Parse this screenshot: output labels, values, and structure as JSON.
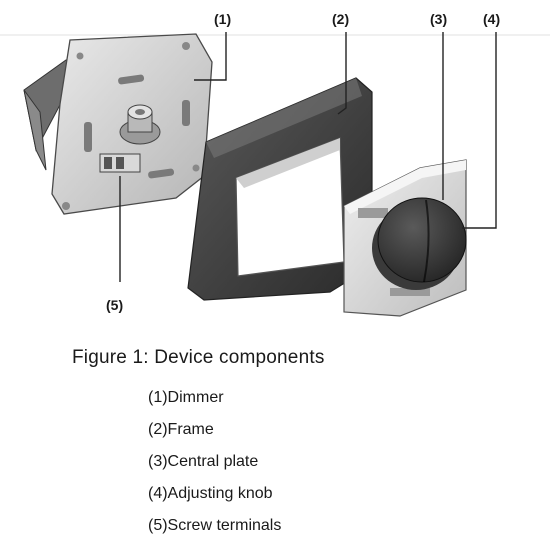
{
  "figure": {
    "callouts": [
      {
        "id": "dimmer",
        "label": "(1)"
      },
      {
        "id": "frame",
        "label": "(2)"
      },
      {
        "id": "central-plate",
        "label": "(3)"
      },
      {
        "id": "adjusting-knob",
        "label": "(4)"
      },
      {
        "id": "screw-terminals",
        "label": "(5)"
      }
    ]
  },
  "caption": "Figure 1: Device components",
  "legend": [
    "(1)Dimmer",
    "(2)Frame",
    "(3)Central plate",
    "(4)Adjusting knob",
    "(5)Screw terminals"
  ],
  "colors": {
    "frame_dark": "#3a3a3a",
    "metal": "#c9c9c9",
    "plate": "#d6d6d6",
    "knob": "#2b2b2b"
  }
}
